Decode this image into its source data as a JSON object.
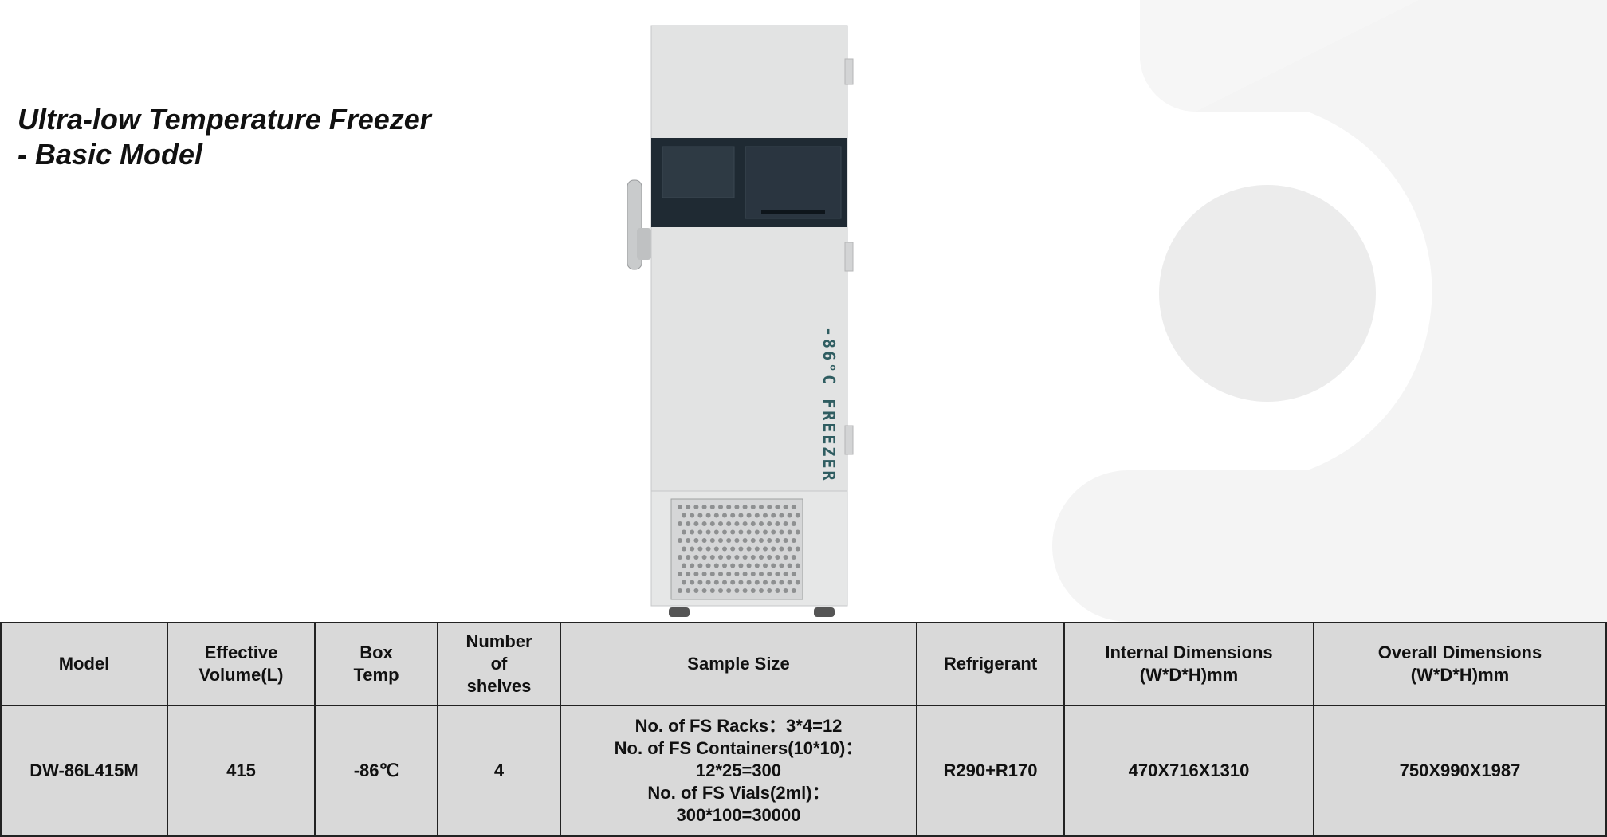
{
  "page": {
    "title_line1": "Ultra-low Temperature Freezer",
    "title_line2": "- Basic Model"
  },
  "product_image": {
    "side_label": "-86°C FREEZER",
    "colors": {
      "body": "#e2e3e3",
      "panel": "#1f2a33",
      "label": "#2f5d61"
    }
  },
  "table": {
    "headers": [
      [
        "Model"
      ],
      [
        "Effective",
        "Volume(L)"
      ],
      [
        "Box",
        "Temp"
      ],
      [
        "Number",
        "of",
        "shelves"
      ],
      [
        "Sample Size"
      ],
      [
        "Refrigerant"
      ],
      [
        "Internal Dimensions",
        "(W*D*H)mm"
      ],
      [
        "Overall Dimensions",
        "(W*D*H)mm"
      ]
    ],
    "row": {
      "model": "DW-86L415M",
      "volume": "415",
      "temp": "-86℃",
      "shelves": "4",
      "sample_size": [
        "No. of FS Racks：3*4=12",
        "No. of FS Containers(10*10)：",
        "12*25=300",
        "No. of FS Vials(2ml)：",
        "300*100=30000"
      ],
      "refrigerant": "R290+R170",
      "internal_dimensions": "470X716X1310",
      "overall_dimensions": "750X990X1987"
    }
  },
  "colors": {
    "table_bg": "#d9d9d9",
    "border": "#222222",
    "deco": "#f5f5f5"
  }
}
